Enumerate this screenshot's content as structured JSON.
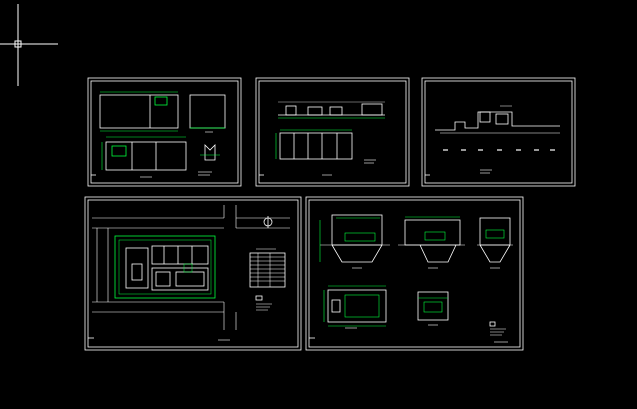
{
  "app": {
    "view": "model-space",
    "background_color": "#000000"
  },
  "colors": {
    "frame": "#ffffff",
    "geometry": "#ffffff",
    "dimension": "#00ff3c",
    "crosshair": "#ffffff"
  },
  "cursor": {
    "icon": "crosshair-cursor-icon"
  },
  "sheets": [
    {
      "id": "sheet-1",
      "content": "plan-and-sections"
    },
    {
      "id": "sheet-2",
      "content": "elevation-and-plan"
    },
    {
      "id": "sheet-3",
      "content": "process-flow"
    },
    {
      "id": "sheet-4",
      "content": "site-plan-with-table"
    },
    {
      "id": "sheet-5",
      "content": "tank-sections-and-plan"
    }
  ]
}
